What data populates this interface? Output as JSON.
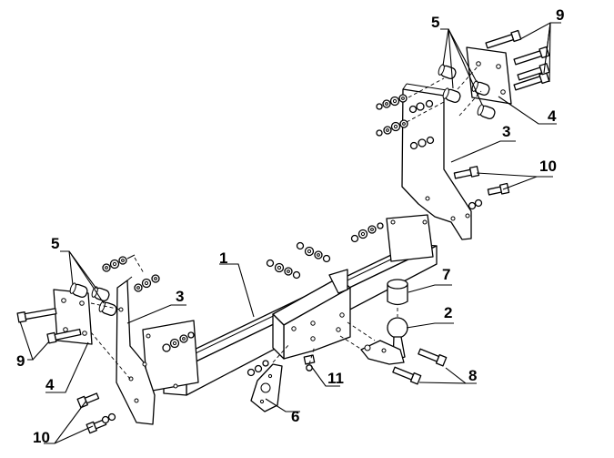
{
  "diagram": {
    "type": "exploded-assembly",
    "callouts": {
      "c1": "1",
      "c2": "2",
      "c3_right": "3",
      "c3_left": "3",
      "c4_right": "4",
      "c4_left": "4",
      "c5_right": "5",
      "c5_left": "5",
      "c6": "6",
      "c7": "7",
      "c8": "8",
      "c9_right": "9",
      "c9_left": "9",
      "c10_right": "10",
      "c10_left": "10",
      "c11": "11"
    }
  }
}
